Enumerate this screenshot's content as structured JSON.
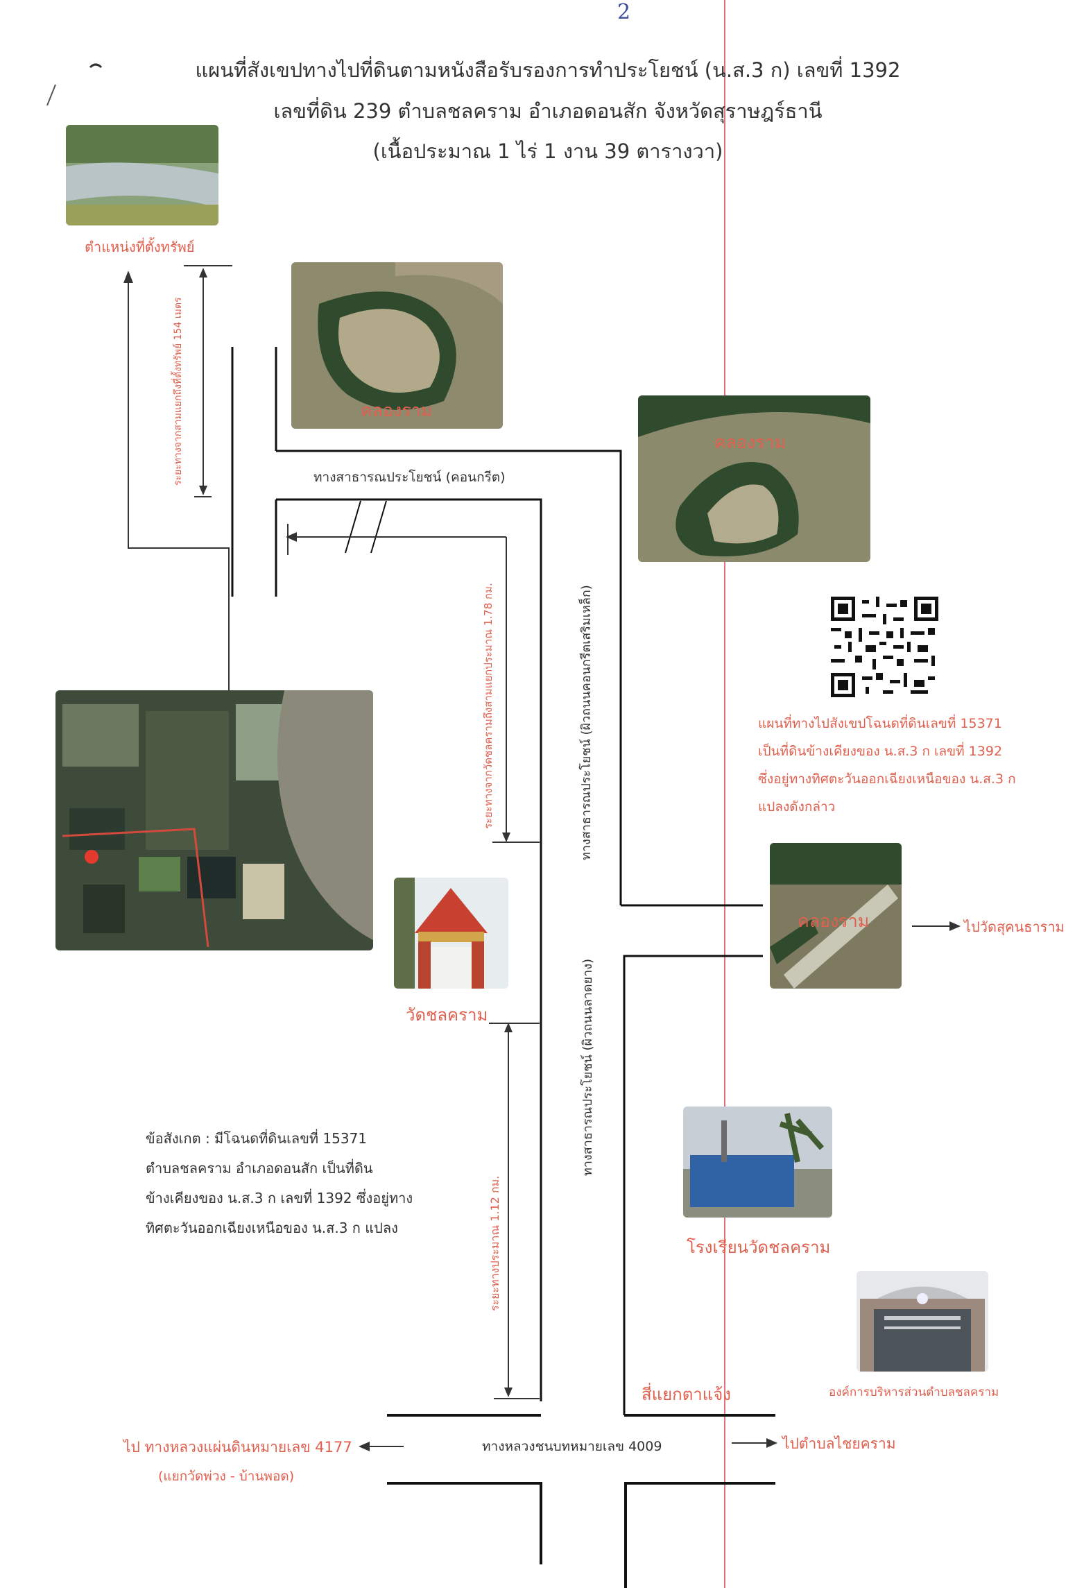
{
  "page_number": "2",
  "title": {
    "line1": "แผนที่สังเขปทางไปที่ดินตามหนังสือรับรองการทำประโยชน์ (น.ส.3 ก) เลขที่ 1392",
    "line2": "เลขที่ดิน 239 ตำบลชลคราม อำเภอดอนสัก จังหวัดสุราษฎร์ธานี",
    "line3": "(เนื้อประมาณ 1 ไร่ 1 งาน 39 ตารางวา)"
  },
  "labels": {
    "property_location": "ตำแหน่งที่ตั้งทรัพย์",
    "distance_154": "ระยะทางจากสามแยกถึงที่ตั้งทรัพย์ 154 เมตร",
    "canal_1": "คลองราม",
    "canal_2": "คลองราม",
    "canal_3": "คลองราม",
    "concrete_road": "ทางสาธารณประโยชน์ (คอนกรีต)",
    "distance_178": "ระยะทางจากวัดชลครามถึงสามแยกประมาณ 1.78 กม.",
    "road_reinforced": "ทางสาธารณประโยชน์ (ผิวถนนคอนกรีตเสริมเหล็ก)",
    "road_asphalt": "ทางสาธารณประโยชน์ (ผิวถนนลาดยาง)",
    "to_wat_sukhon": "ไปวัดสุคนธาราม",
    "wat_chonkhram": "วัดชลคราม",
    "distance_112": "ระยะทางประมาณ 1.12 กม.",
    "school": "โรงเรียนวัดชลคราม",
    "tao": "องค์การบริหารส่วนตำบลชลคราม",
    "intersection": "สี่แยกตาแจ้ง",
    "highway_4009": "ทางหลวงชนบทหมายเลข 4009",
    "to_highway_4177": "ไป  ทางหลวงแผ่นดินหมายเลข 4177",
    "to_highway_4177_sub": "(แยกวัดพ่วง - บ้านพอด)",
    "to_chaikhram": "ไปตำบลไชยคราม"
  },
  "qr_note": {
    "line1": "แผนที่ทางไปสังเขปโฉนดที่ดินเลขที่ 15371",
    "line2": "เป็นที่ดินข้างเคียงของ น.ส.3 ก เลขที่ 1392",
    "line3": "ซึ่งอยู่ทางทิศตะวันออกเฉียงเหนือของ น.ส.3 ก",
    "line4": "แปลงดังกล่าว"
  },
  "observation": {
    "line1": "ข้อสังเกต : มีโฉนดที่ดินเลขที่ 15371",
    "line2": "ตำบลชลคราม อำเภอดอนสัก เป็นที่ดิน",
    "line3": "ข้างเคียงของ น.ส.3 ก เลขที่ 1392 ซึ่งอยู่ทาง",
    "line4": "ทิศตะวันออกเฉียงเหนือของ น.ส.3 ก แปลง"
  },
  "colors": {
    "red_label": "#e0604f",
    "road_line": "#111111",
    "thin_line": "#333333",
    "margin_line": "#e0707a"
  }
}
